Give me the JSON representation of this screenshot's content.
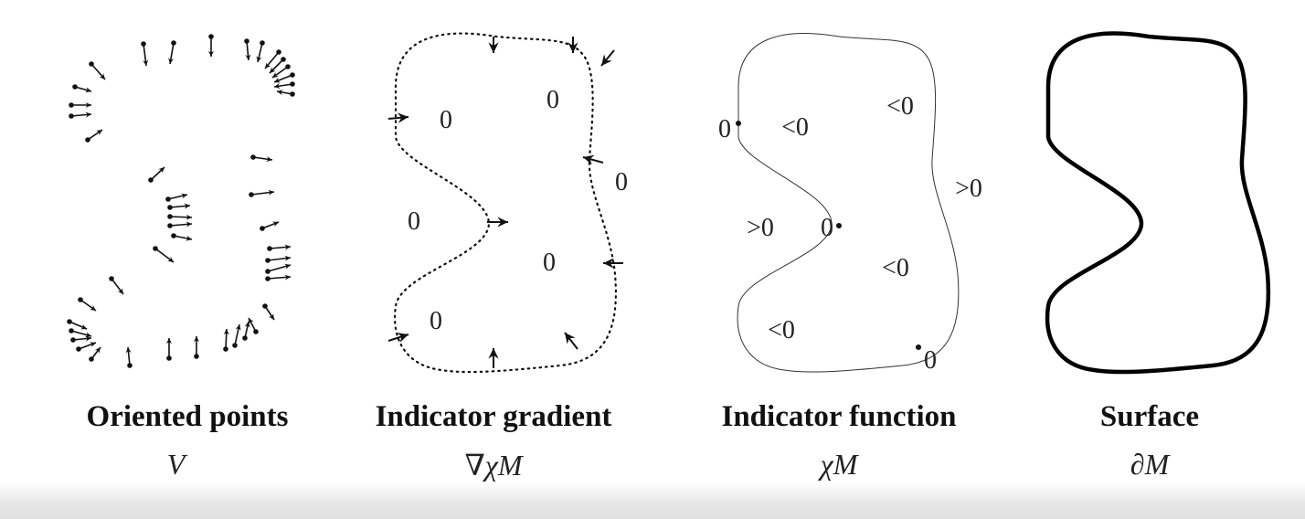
{
  "panels": [
    {
      "title": "Oriented points",
      "math": "V⃗"
    },
    {
      "title": "Indicator gradient",
      "math": "∇χM",
      "labels": [
        "0",
        "0",
        "0",
        "0",
        "0",
        "0"
      ]
    },
    {
      "title": "Indicator function",
      "math": "χM",
      "labels": [
        "0",
        "<0",
        "<0",
        ">0",
        ">0",
        "0",
        "<0",
        "<0",
        "0"
      ]
    },
    {
      "title": "Surface",
      "math": "∂M"
    }
  ]
}
